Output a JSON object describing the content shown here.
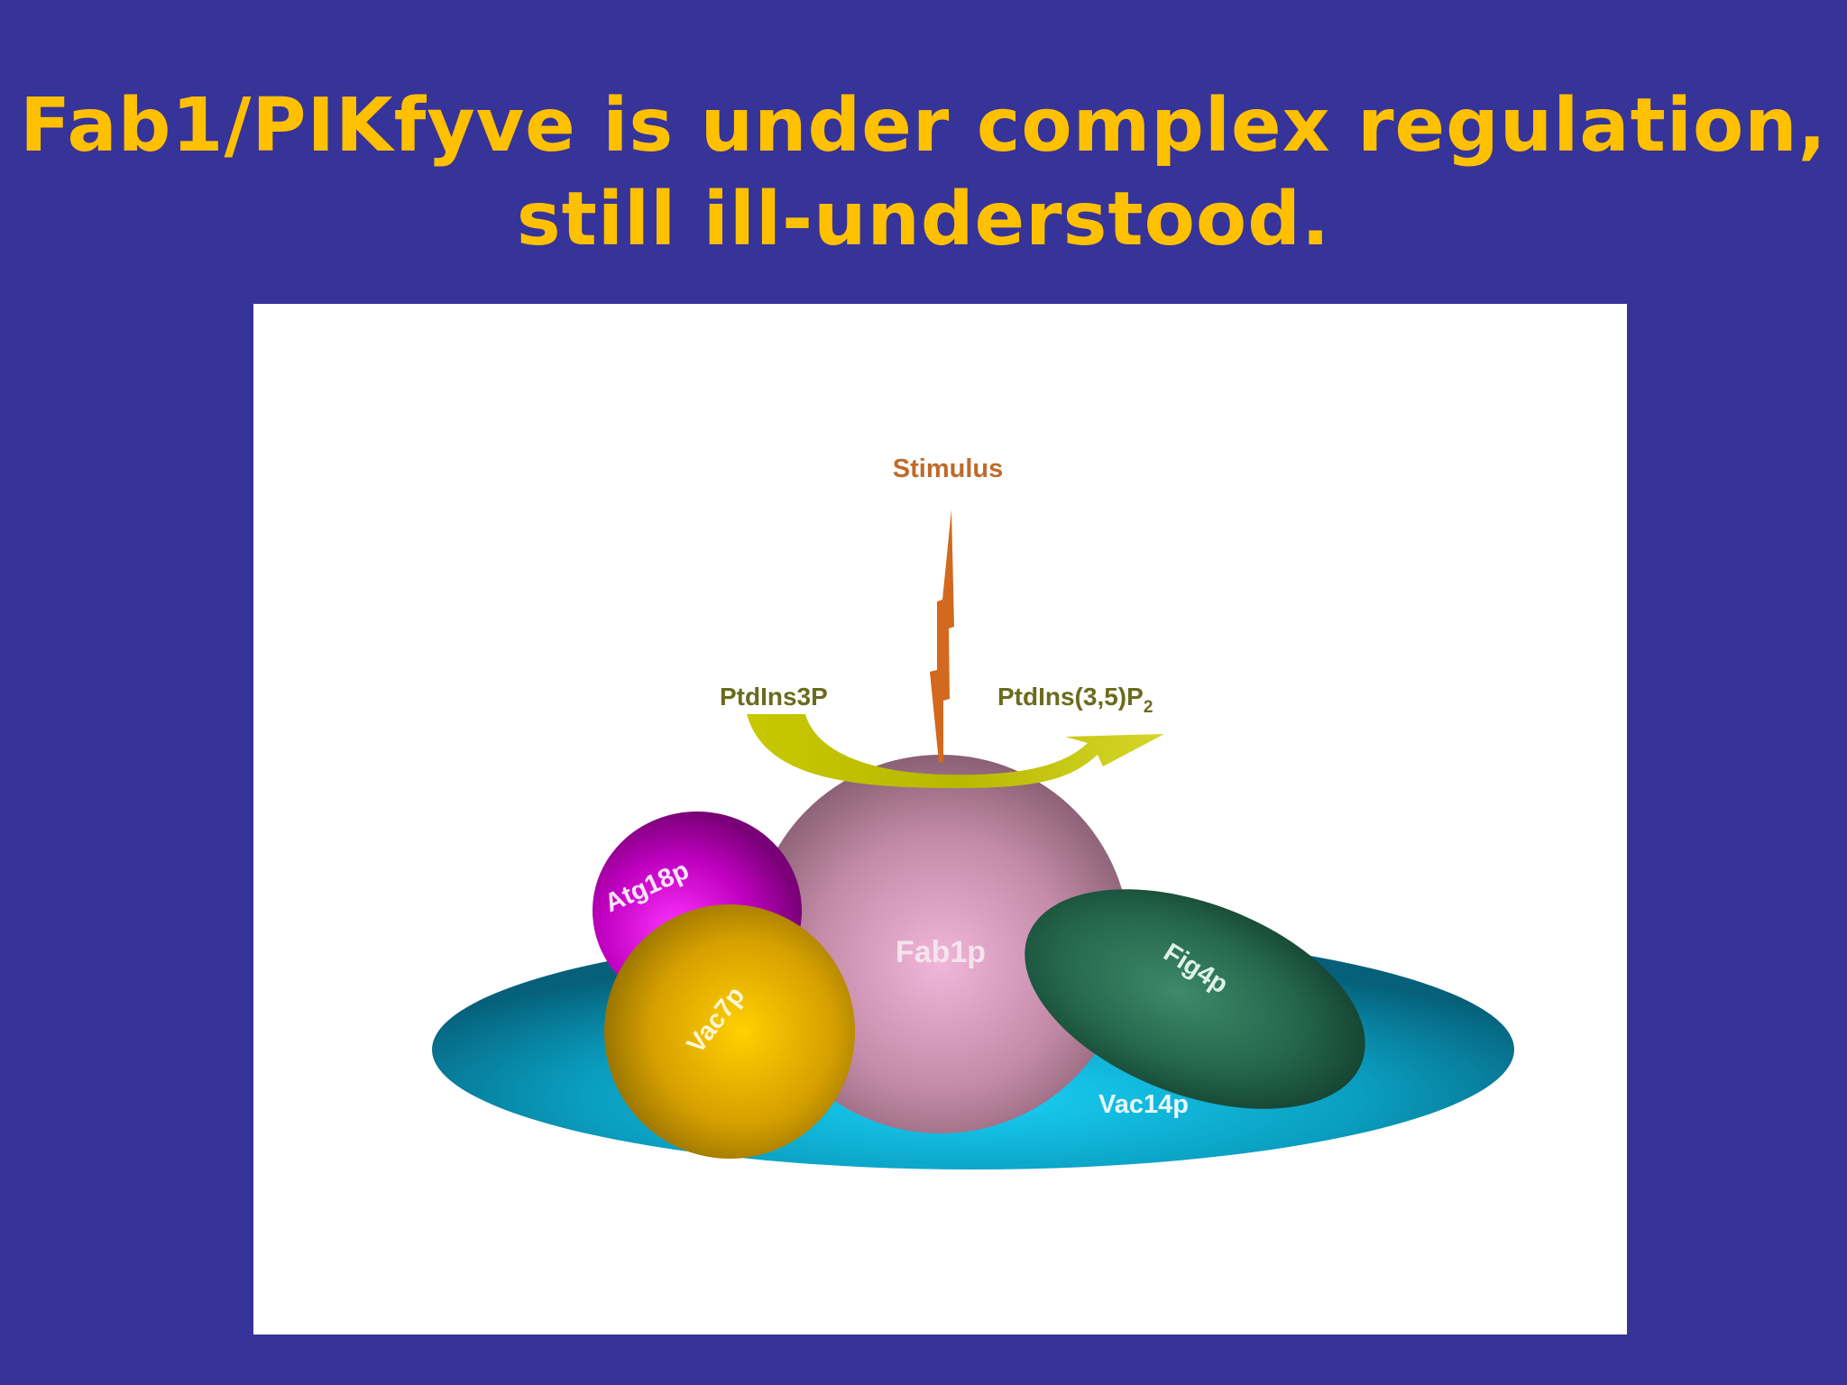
{
  "slide": {
    "title_line1": "Fab1/PIKfyve is under complex regulation,",
    "title_line2": "still ill-understood."
  },
  "diagram": {
    "stimulus_label": "Stimulus",
    "substrate_label": "PtdIns3P",
    "product_label_main": "PtdIns(3,5)P",
    "product_label_sub": "2",
    "proteins": {
      "fab1": "Fab1p",
      "vac14": "Vac14p",
      "atg18": "Atg18p",
      "vac7": "Vac7p",
      "fig4": "Fig4p"
    }
  },
  "colors": {
    "background": "#363399",
    "title": "#FFC000",
    "stimulus": "#D2691E",
    "arrow": "#C8C800",
    "label_olive": "#6B6B1E"
  }
}
